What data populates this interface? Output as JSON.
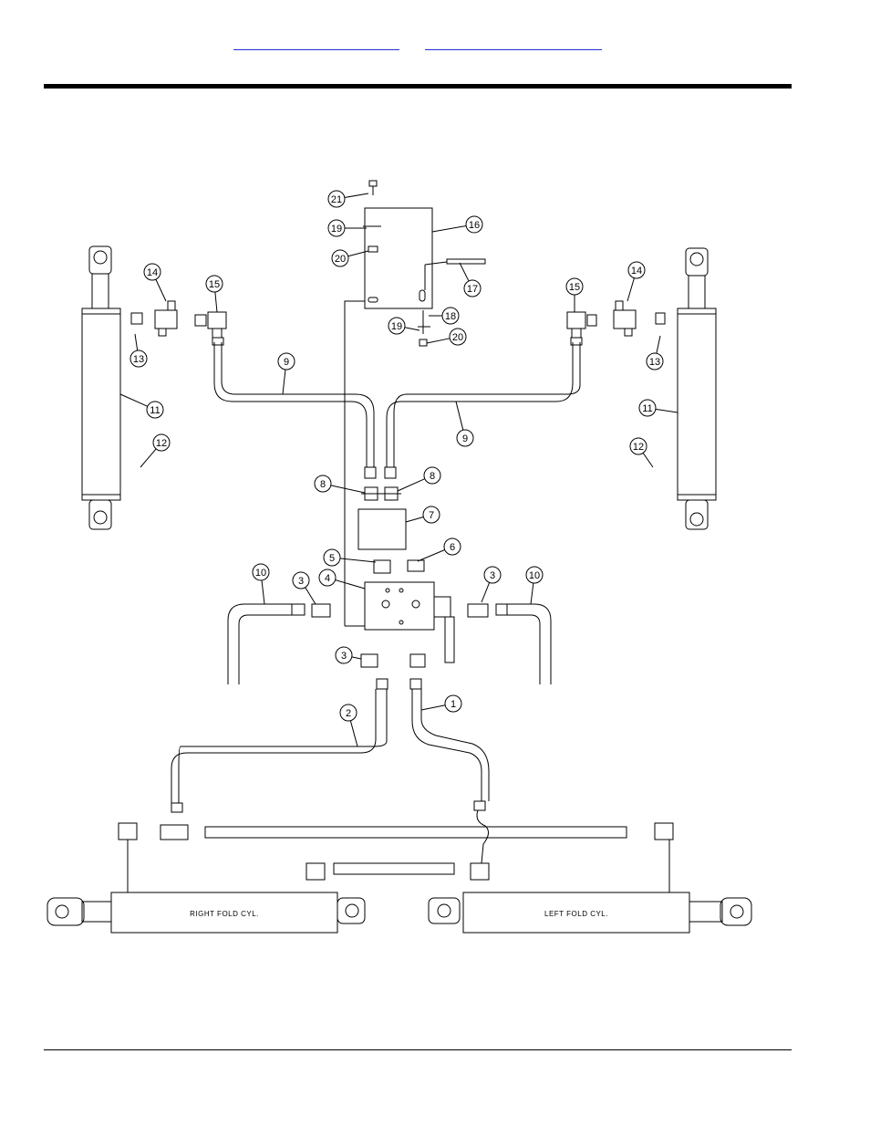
{
  "header": {
    "links": [
      "",
      ""
    ]
  },
  "diagram": {
    "callouts": [
      "1",
      "2",
      "3",
      "3",
      "3",
      "4",
      "5",
      "6",
      "7",
      "8",
      "8",
      "9",
      "9",
      "10",
      "10",
      "11",
      "11",
      "12",
      "12",
      "13",
      "13",
      "14",
      "14",
      "15",
      "15",
      "16",
      "17",
      "18",
      "19",
      "19",
      "20",
      "20",
      "21"
    ],
    "cylinder_labels": {
      "right": "RIGHT FOLD CYL.",
      "left": "LEFT FOLD CYL."
    }
  }
}
